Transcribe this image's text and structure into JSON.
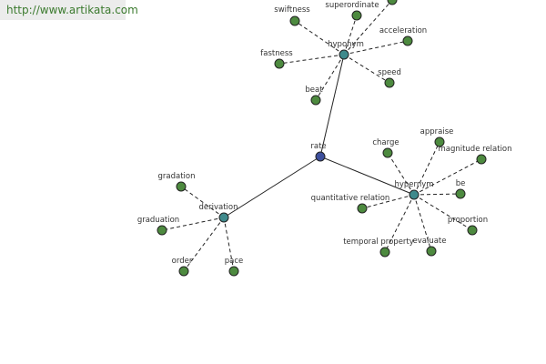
{
  "watermark": {
    "url": "http://www.artikata.com"
  },
  "colors": {
    "center": "#3d4f9c",
    "hub": "#3f8a8c",
    "leaf": "#4d8a3f",
    "stroke": "#222222"
  },
  "diagram": {
    "center": {
      "id": "rate",
      "label": "rate"
    },
    "hubs": [
      {
        "id": "hyponym",
        "label": "hyponym"
      },
      {
        "id": "derivation",
        "label": "derivation"
      },
      {
        "id": "hypernym",
        "label": "hypernym"
      }
    ],
    "leaves": [
      {
        "id": "swiftness",
        "label": "swiftness",
        "hub": "hyponym"
      },
      {
        "id": "superordinate",
        "label": "superordinate",
        "hub": "hyponym"
      },
      {
        "id": "acceleration",
        "label": "acceleration",
        "hub": "hyponym"
      },
      {
        "id": "fastness",
        "label": "fastness",
        "hub": "hyponym"
      },
      {
        "id": "speed",
        "label": "speed",
        "hub": "hyponym"
      },
      {
        "id": "beat",
        "label": "beat",
        "hub": "hyponym"
      },
      {
        "id": "offscreen",
        "label": "",
        "hub": "hyponym"
      },
      {
        "id": "gradation",
        "label": "gradation",
        "hub": "derivation"
      },
      {
        "id": "graduation",
        "label": "graduation",
        "hub": "derivation"
      },
      {
        "id": "order",
        "label": "order",
        "hub": "derivation"
      },
      {
        "id": "pace",
        "label": "pace",
        "hub": "derivation"
      },
      {
        "id": "charge",
        "label": "charge",
        "hub": "hypernym"
      },
      {
        "id": "appraise",
        "label": "appraise",
        "hub": "hypernym"
      },
      {
        "id": "magnitude-relation",
        "label": "magnitude relation",
        "hub": "hypernym"
      },
      {
        "id": "be",
        "label": "be",
        "hub": "hypernym"
      },
      {
        "id": "proportion",
        "label": "proportion",
        "hub": "hypernym"
      },
      {
        "id": "evaluate",
        "label": "evaluate",
        "hub": "hypernym"
      },
      {
        "id": "temporal-property",
        "label": "temporal property",
        "hub": "hypernym"
      },
      {
        "id": "quantitative-relation",
        "label": "quantitative relation",
        "hub": "hypernym"
      }
    ]
  }
}
